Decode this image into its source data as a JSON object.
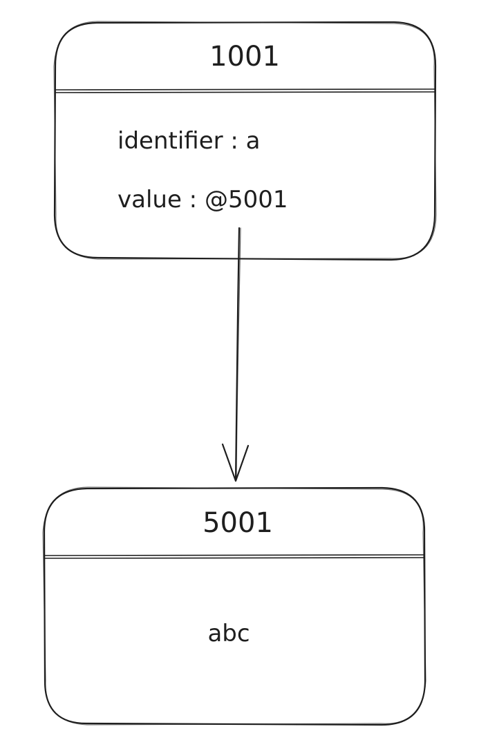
{
  "nodes": [
    {
      "header": "1001",
      "fields": [
        "identifier : a",
        "value : @5001"
      ]
    },
    {
      "header": "5001",
      "body": "abc"
    }
  ]
}
